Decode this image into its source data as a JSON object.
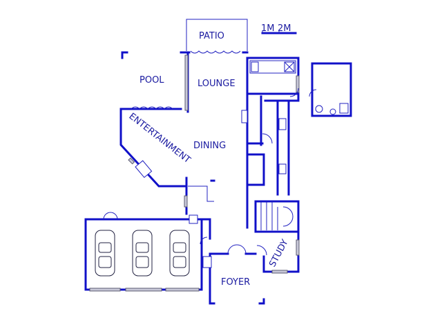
{
  "scale_bar": {
    "label_1": "1M",
    "label_2": "2M"
  },
  "rooms": {
    "patio": "PATIO",
    "pool": "POOL",
    "lounge": "LOUNGE",
    "entertainment": "ENTERTAINMENT",
    "dining": "DINING",
    "foyer": "FOYER",
    "study": "STUDY"
  },
  "colors": {
    "walls": "#1010c8",
    "labels": "#1a1aa0",
    "windows": "#c8c8d8"
  }
}
